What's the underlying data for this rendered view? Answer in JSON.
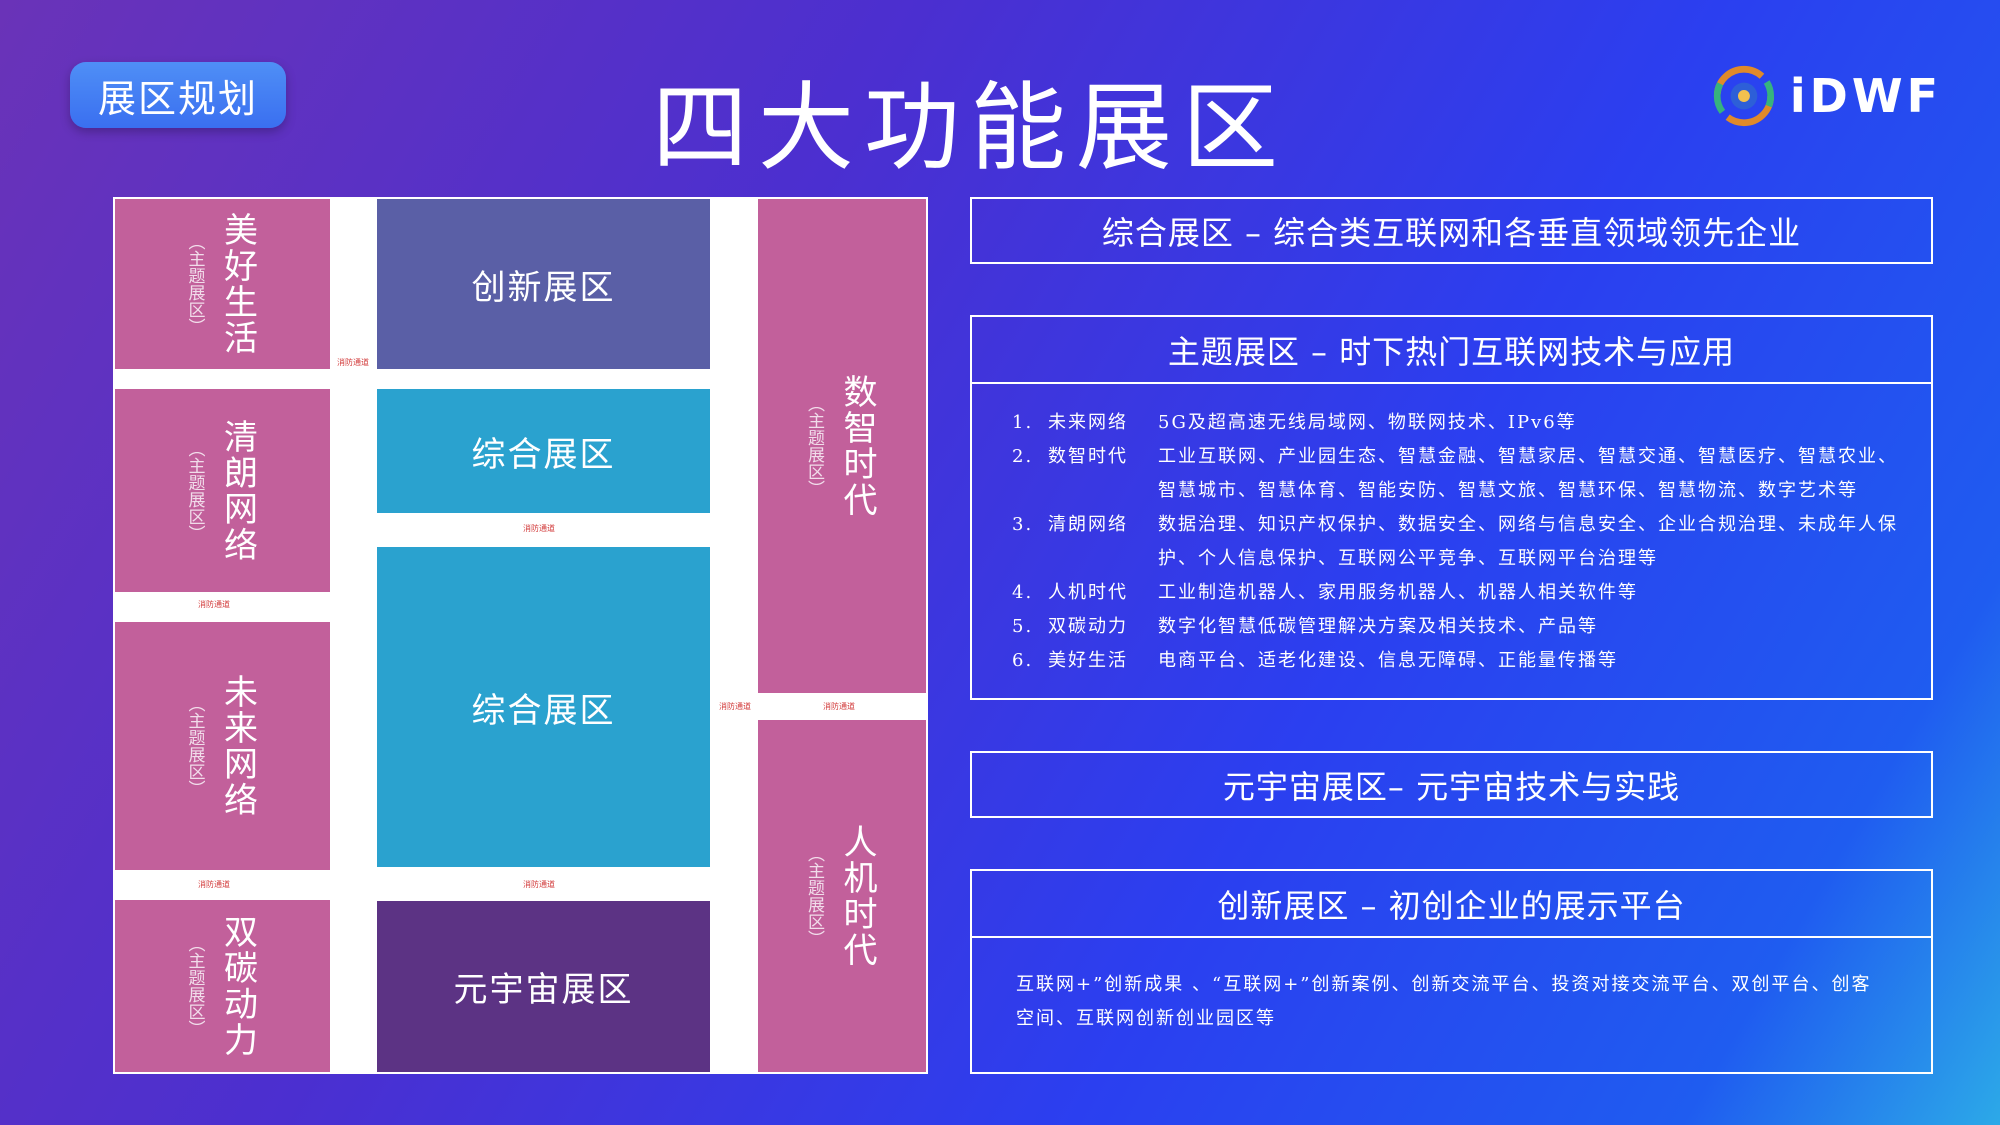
{
  "header": {
    "badge": "展区规划",
    "title": "四大功能展区",
    "logo_text": "iDWF",
    "logo_icon": "idwf-logo-icon"
  },
  "plan": {
    "zones": {
      "meihao": {
        "name": "美好生活",
        "sub": "（主题展区）"
      },
      "qinglang": {
        "name": "清朗网络",
        "sub": "（主题展区）"
      },
      "weilai": {
        "name": "未来网络",
        "sub": "（主题展区）"
      },
      "shuangtan": {
        "name": "双碳动力",
        "sub": "（主题展区）"
      },
      "shuzhi": {
        "name": "数智时代",
        "sub": "（主题展区）"
      },
      "renji": {
        "name": "人机时代",
        "sub": "（主题展区）"
      },
      "chuangxin": {
        "name": "创新展区"
      },
      "zonghe1": {
        "name": "综合展区"
      },
      "zonghe2": {
        "name": "综合展区"
      },
      "yuanyuzhou": {
        "name": "元宇宙展区"
      }
    },
    "aisle_label": "消防通道"
  },
  "panels": {
    "zonghe": {
      "title": "综合展区 – 综合类互联网和各垂直领域领先企业"
    },
    "zhuti": {
      "title": "主题展区 – 时下热门互联网技术与应用",
      "items": [
        {
          "num": "1.",
          "name": "未来网络",
          "desc": "5G及超高速无线局域网、物联网技术、IPv6等"
        },
        {
          "num": "2.",
          "name": "数智时代",
          "desc": "工业互联网、产业园生态、智慧金融、智慧家居、智慧交通、智慧医疗、智慧农业、智慧城市、智慧体育、智能安防、智慧文旅、智慧环保、智慧物流、数字艺术等"
        },
        {
          "num": "3.",
          "name": "清朗网络",
          "desc": "数据治理、知识产权保护、数据安全、网络与信息安全、企业合规治理、未成年人保护、个人信息保护、互联网公平竞争、互联网平台治理等"
        },
        {
          "num": "4.",
          "name": "人机时代",
          "desc": "工业制造机器人、家用服务机器人、机器人相关软件等"
        },
        {
          "num": "5.",
          "name": "双碳动力",
          "desc": "数字化智慧低碳管理解决方案及相关技术、产品等"
        },
        {
          "num": "6.",
          "name": "美好生活",
          "desc": "电商平台、适老化建设、信息无障碍、正能量传播等"
        }
      ]
    },
    "yuanyuzhou": {
      "title": "元宇宙展区– 元宇宙技术与实践"
    },
    "chuangxin": {
      "title": "创新展区 – 初创企业的展示平台",
      "body": "互联网+”创新成果 、“互联网+”创新案例、创新交流平台、投资对接交流平台、双创平台、创客空间、互联网创新创业园区等"
    }
  },
  "colors": {
    "theme_zone": "#c2609b",
    "chuangxin_zone": "#5a5fa6",
    "zonghe_zone": "#2aa2cf",
    "yuanyuzhou_zone": "#5c3384"
  }
}
